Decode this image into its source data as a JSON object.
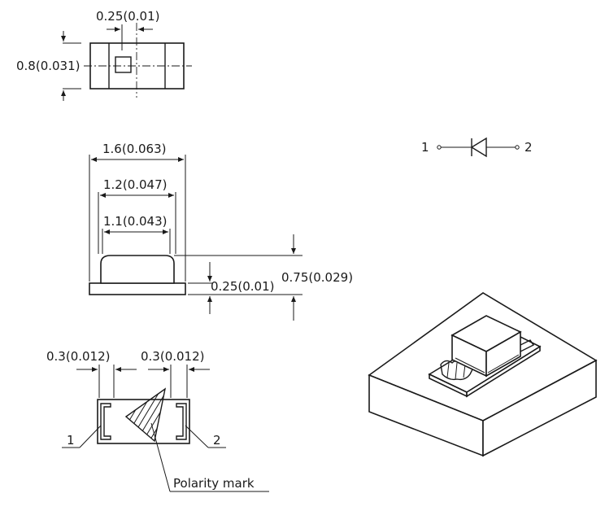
{
  "top_view": {
    "width_label": "0.25(0.01)",
    "height_label": "0.8(0.031)"
  },
  "side_view": {
    "overall_width_label": "1.6(0.063)",
    "lens_base_width_label": "1.2(0.047)",
    "lens_top_width_label": "1.1(0.043)",
    "substrate_height_label": "0.25(0.01)",
    "total_height_label": "0.75(0.029)"
  },
  "bottom_view": {
    "left_pad_label": "0.3(0.012)",
    "right_pad_label": "0.3(0.012)",
    "pin1_label": "1",
    "pin2_label": "2",
    "polarity_label": "Polarity mark"
  },
  "schematic": {
    "pin1_label": "1",
    "pin2_label": "2"
  },
  "colors": {
    "line": "#1a1a1a",
    "background": "#ffffff"
  }
}
